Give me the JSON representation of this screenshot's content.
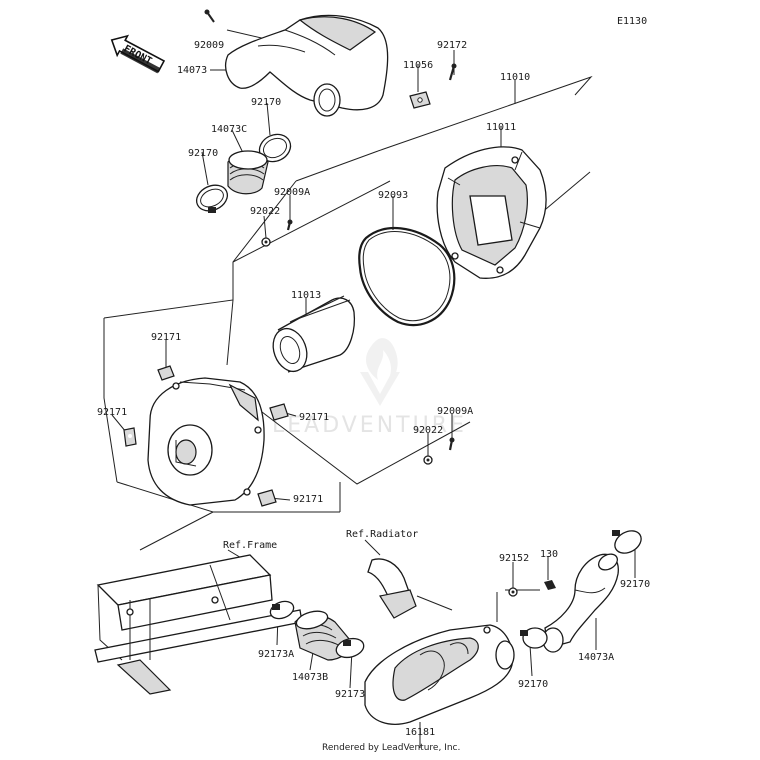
{
  "diagram_code": "E1130",
  "front_label": "FRONT",
  "watermark": "LEADVENTURE",
  "footer": "Rendered by LeadVenture, Inc.",
  "references": {
    "frame": "Ref.Frame",
    "radiator": "Ref.Radiator"
  },
  "parts": [
    "92009",
    "14073",
    "11056",
    "92172",
    "11010",
    "11011",
    "92170",
    "14073C",
    "92170",
    "92009A",
    "92022",
    "92093",
    "11013",
    "92171",
    "92171",
    "92171",
    "92009A",
    "92022",
    "92171",
    "92152",
    "130",
    "92170",
    "92173A",
    "14073B",
    "92173",
    "14073A",
    "92170",
    "16181"
  ]
}
